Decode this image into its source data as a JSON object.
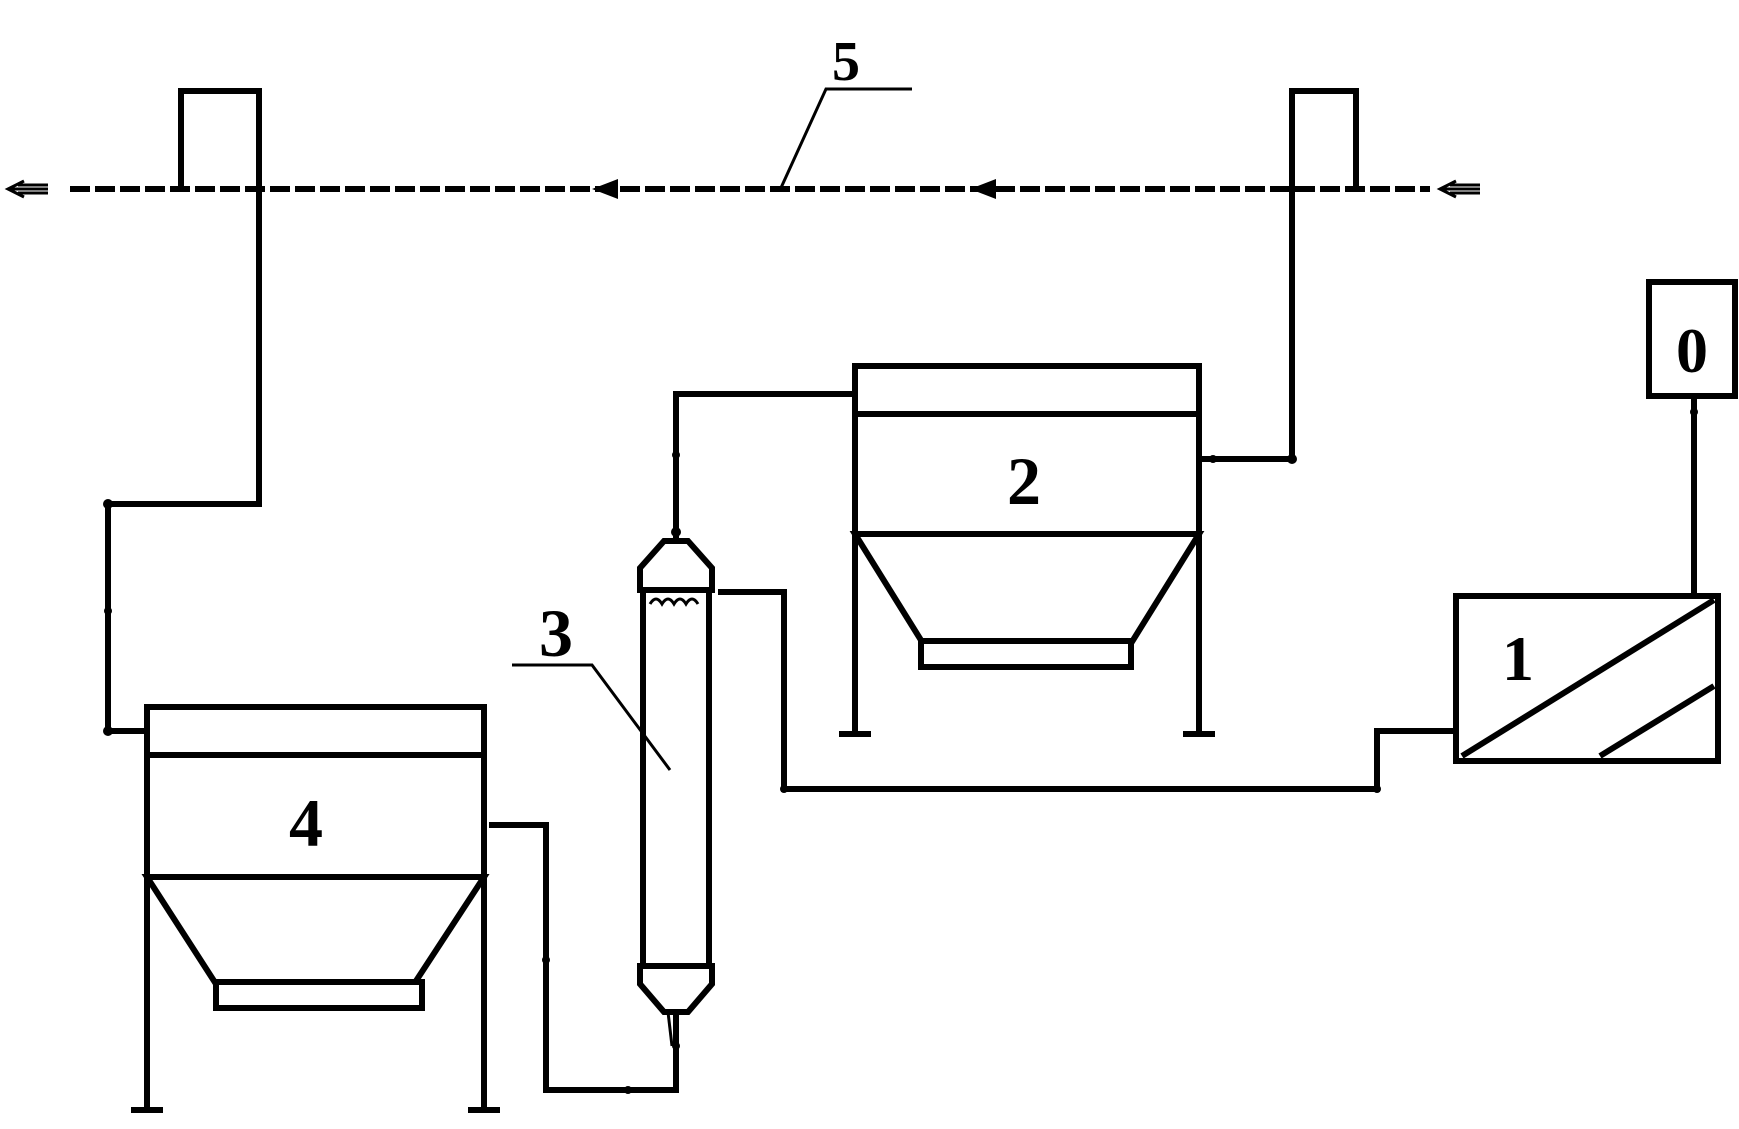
{
  "labels": {
    "source": "0",
    "unit1": "1",
    "unit2": "2",
    "unit3": "3",
    "unit4": "4",
    "duct": "5"
  }
}
